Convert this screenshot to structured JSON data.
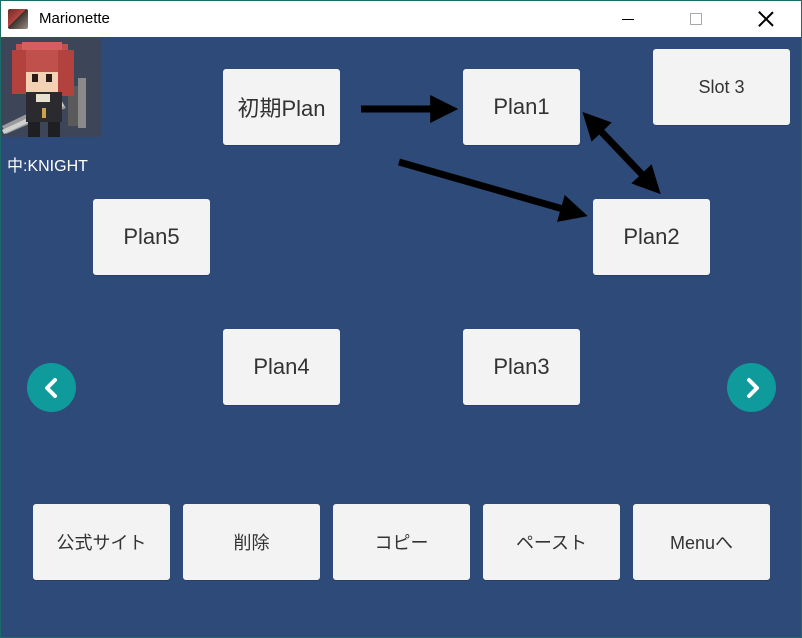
{
  "window": {
    "title": "Marionette",
    "icons": {
      "app": "app-icon",
      "minimize": "minimize-icon",
      "maximize": "maximize-icon",
      "close": "close-icon"
    }
  },
  "character": {
    "label": "中:KNIGHT",
    "avatar": "knight-avatar"
  },
  "plans": {
    "initial": "初期Plan",
    "plan1": "Plan1",
    "plan2": "Plan2",
    "plan3": "Plan3",
    "plan4": "Plan4",
    "plan5": "Plan5"
  },
  "slot": {
    "label": "Slot 3"
  },
  "navigation": {
    "prev_icon": "chevron-left-icon",
    "next_icon": "chevron-right-icon"
  },
  "actions": {
    "official_site": "公式サイト",
    "delete": "削除",
    "copy": "コピー",
    "paste": "ペースト",
    "menu": "Menuへ"
  },
  "colors": {
    "background": "#2e4a79",
    "button": "#f3f3f3",
    "nav_accent": "#0f9b9b",
    "arrow": "#000000"
  }
}
